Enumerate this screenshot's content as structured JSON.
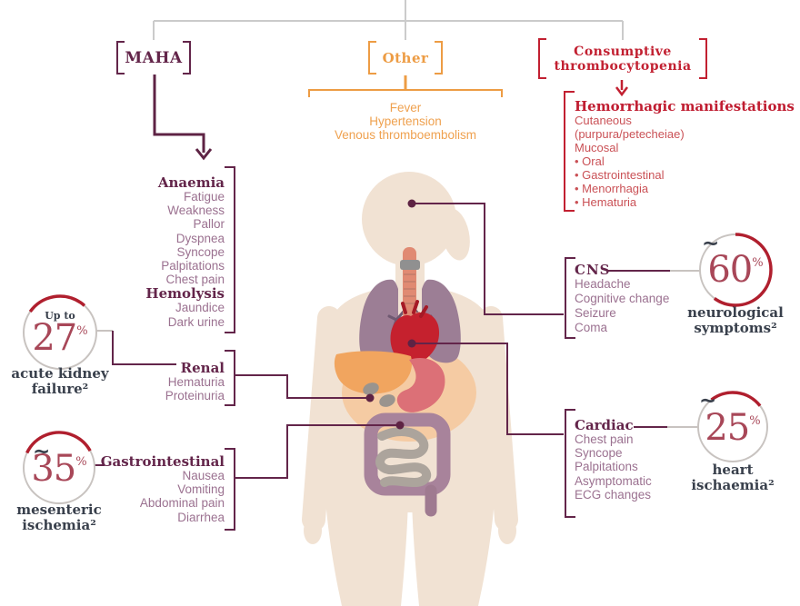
{
  "boxes": {
    "maha": "MAHA",
    "other": "Other",
    "consumptive": "Consumptive thrombocytopenia"
  },
  "other_symptoms": [
    "Fever",
    "Hypertension",
    "Venous thromboembolism"
  ],
  "hemorrhagic": {
    "title": "Hemorrhagic manifestations",
    "lines": [
      "Cutaneous",
      "(purpura/petecheiae)",
      "Mucosal"
    ],
    "bullets": [
      "Oral",
      "Gastrointestinal",
      "Menorrhagia",
      "Hematuria"
    ]
  },
  "anaemia": {
    "title": "Anaemia",
    "items": [
      "Fatigue",
      "Weakness",
      "Pallor",
      "Dyspnea",
      "Syncope",
      "Palpitations",
      "Chest pain"
    ],
    "subtitle": "Hemolysis",
    "sub_items": [
      "Jaundice",
      "Dark urine"
    ]
  },
  "renal": {
    "title": "Renal",
    "items": [
      "Hematuria",
      "Proteinuria"
    ]
  },
  "gastrointestinal": {
    "title": "Gastrointestinal",
    "items": [
      "Nausea",
      "Vomiting",
      "Abdominal pain",
      "Diarrhea"
    ]
  },
  "cns": {
    "title": "CNS",
    "items": [
      "Headache",
      "Cognitive change",
      "Seizure",
      "Coma"
    ]
  },
  "cardiac": {
    "title": "Cardiac",
    "items": [
      "Chest pain",
      "Syncope",
      "Palpitations",
      "Asymptomatic",
      "ECG changes"
    ]
  },
  "stats": {
    "kidney": {
      "prefix": "Up to",
      "value": "27",
      "unit": "%",
      "percent": 27,
      "label1": "acute kidney",
      "label2": "failure²"
    },
    "mesenteric": {
      "prefix": "~",
      "value": "35",
      "unit": "%",
      "percent": 35,
      "label1": "mesenteric",
      "label2": "ischemia²"
    },
    "neurological": {
      "prefix": "~",
      "value": "60",
      "unit": "%",
      "percent": 60,
      "label1": "neurological",
      "label2": "symptoms²"
    },
    "heart": {
      "prefix": "~",
      "value": "25",
      "unit": "%",
      "percent": 25,
      "label1": "heart",
      "label2": "ischaemia²"
    }
  },
  "colors": {
    "purple_dark": "#63254A",
    "purple_light": "#9B7190",
    "red": "#C22031",
    "red_light": "#CA5156",
    "orange": "#ED9C44",
    "navy": "#39404C",
    "stat_number": "#A84758",
    "arc_red": "#B01F2E",
    "ring_gray": "#C8C3C0",
    "tree_gray": "#CBCBCB"
  }
}
